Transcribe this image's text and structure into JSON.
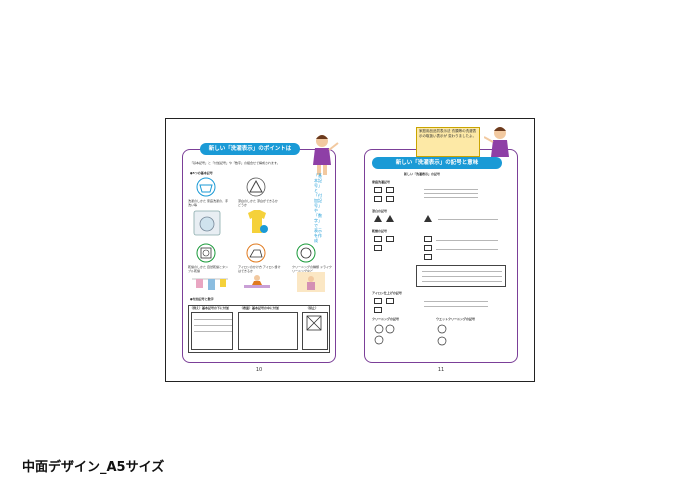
{
  "spread": {
    "left_page": {
      "title": "新しい「洗濯表示」のポイントは",
      "page_number": "10",
      "intro_text": "「基本記号」と「付加記号」や「数字」の組合せで構成されます。",
      "section_label": "●5つの基本記号",
      "category_texts": [
        "洗濯のしかた 家庭洗濯の、手洗い等",
        "漂白のしかた 漂白ができるかどうか",
        "乾燥のしかた 自然乾燥とタンブル乾燥",
        "アイロンのかけ方 アイロン掛けはできるか",
        "クリーニングの種類 ドライクリーニングなど"
      ],
      "vertical_note": "「基本記号」と「付加記号」や「数字」で 表示を作成",
      "bottom_section_label": "●付加記号と数字",
      "table_headers": [
        "〈例え〉基本記号の下に付加",
        "〈表面〉基本記号の中に付加",
        "〈禁止〉"
      ]
    },
    "right_page": {
      "page_number": "11",
      "callout_text": "家庭用品品質表示法 衣類等の洗濯表示の取扱い表示が 変わりましたよ。",
      "title": "新しい「洗濯表示」の記号と意味",
      "subtitle": "新しい「洗濯表示」の記号",
      "sections": [
        "家庭洗濯記号",
        "漂白の記号",
        "乾燥の記号",
        "アイロン仕上げの記号",
        "クリーニングの記号",
        "ウエットクリーニングの記号"
      ]
    }
  },
  "caption": "中面デザイン_A5サイズ"
}
